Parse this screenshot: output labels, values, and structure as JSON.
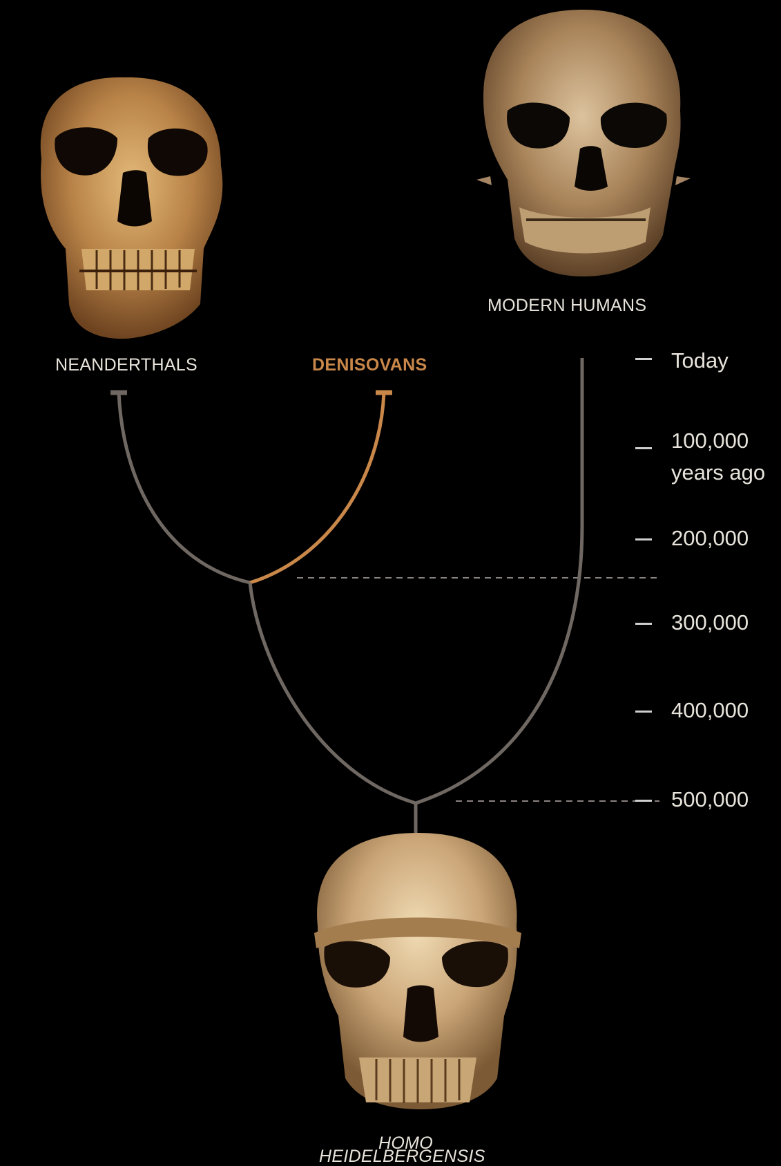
{
  "colors": {
    "background": "#000000",
    "branch": "#6f6862",
    "denisovan": "#c9884a",
    "label": "#e8e4dc"
  },
  "taxa": {
    "neanderthals": "NEANDERTHALS",
    "denisovans": "DENISOVANS",
    "modern_humans": "MODERN HUMANS",
    "ancestor_line1": "HOMO",
    "ancestor_line2": "HEIDELBERGENSIS"
  },
  "timeline": {
    "today": "Today",
    "t100k": "100,000",
    "t100k_unit": "years ago",
    "t200k": "200,000",
    "t300k": "300,000",
    "t400k": "400,000",
    "t500k": "500,000"
  },
  "skull_icons": [
    "neanderthal-skull-icon",
    "modern-human-skull-icon",
    "homo-heidelbergensis-skull-icon"
  ]
}
